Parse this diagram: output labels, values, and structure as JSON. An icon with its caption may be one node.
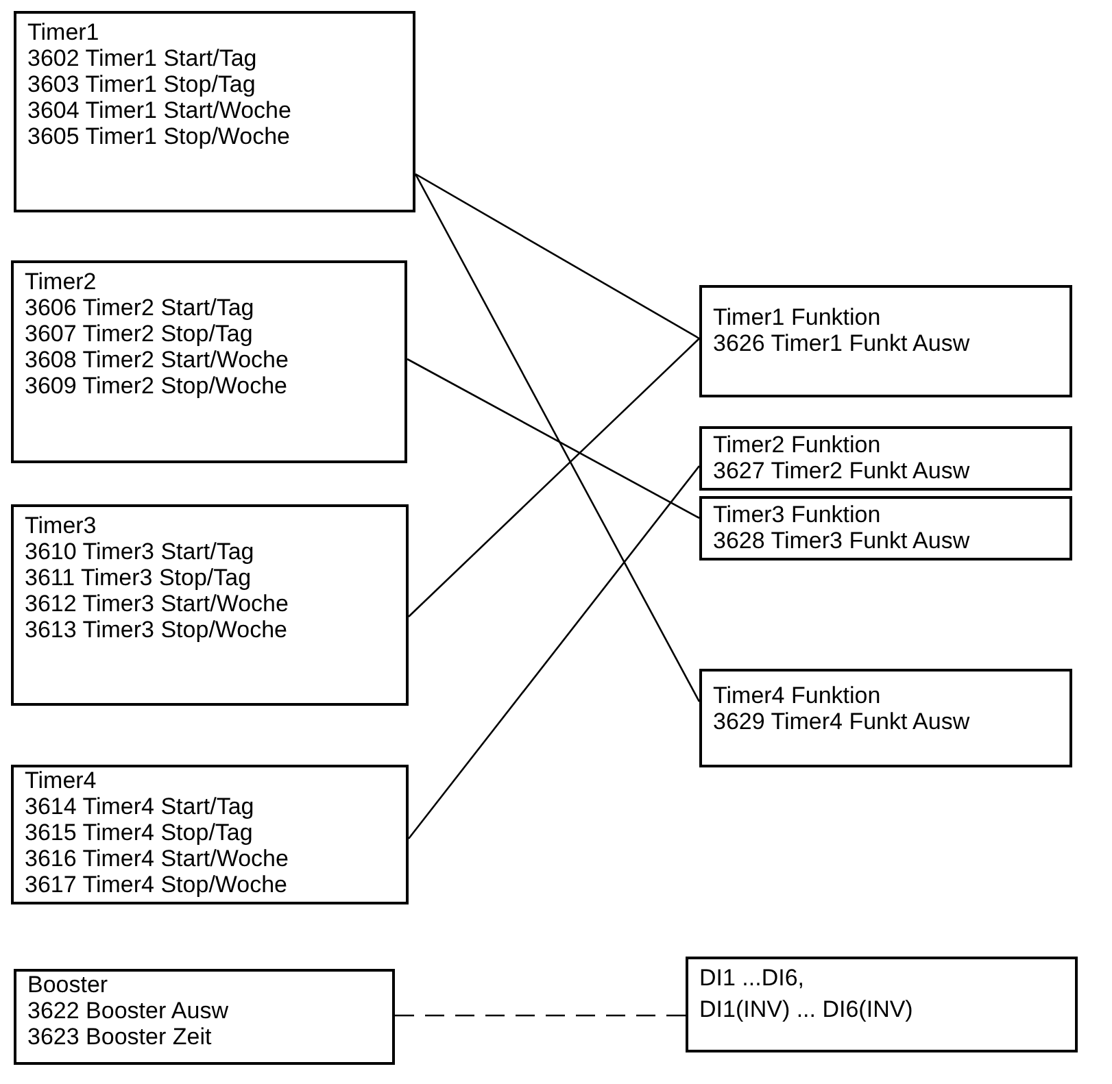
{
  "diagram": {
    "nodes": [
      {
        "text": [
          "Timer1",
          "3602 Timer1 Start/Tag",
          "3603 Timer1 Stop/Tag",
          "3604 Timer1 Start/Woche",
          "3605 Timer1 Stop/Woche"
        ]
      },
      {
        "text": [
          "Timer2",
          "3606 Timer2 Start/Tag",
          "3607 Timer2 Stop/Tag",
          "3608 Timer2 Start/Woche",
          "3609 Timer2 Stop/Woche"
        ]
      },
      {
        "text": [
          "Timer3",
          "3610 Timer3 Start/Tag",
          "3611 Timer3 Stop/Tag",
          "3612 Timer3 Start/Woche",
          "3613 Timer3 Stop/Woche"
        ]
      },
      {
        "text": [
          "Timer4",
          "3614 Timer4 Start/Tag",
          "3615 Timer4 Stop/Tag",
          "3616 Timer4 Start/Woche",
          "3617 Timer4 Stop/Woche"
        ]
      },
      {
        "text": [
          "Booster",
          "3622 Booster Ausw",
          "3623 Booster Zeit"
        ]
      },
      {
        "text": [
          "Timer1 Funktion",
          "3626 Timer1 Funkt Ausw"
        ]
      },
      {
        "text": [
          "Timer2 Funktion",
          "3627 Timer2 Funkt Ausw"
        ]
      },
      {
        "text": [
          "Timer3 Funktion",
          "3628 Timer3 Funkt Ausw"
        ]
      },
      {
        "text": [
          "Timer4 Funktion",
          "3629 Timer4 Funkt Ausw"
        ]
      },
      {
        "text": [
          "DI1 ...DI6,",
          "DI1(INV) ... DI6(INV)"
        ]
      }
    ],
    "edges": [
      {
        "from": 0,
        "to": 5,
        "arrow": "none"
      },
      {
        "from": 0,
        "to": 8,
        "arrow": "none"
      },
      {
        "from": 1,
        "to": 7,
        "arrow": "none"
      },
      {
        "from": 2,
        "to": 5,
        "arrow": "none"
      },
      {
        "from": 3,
        "to": 6,
        "arrow": "none"
      },
      {
        "from": 4,
        "to": 9,
        "arrow": "none",
        "style": "dashed"
      }
    ]
  }
}
